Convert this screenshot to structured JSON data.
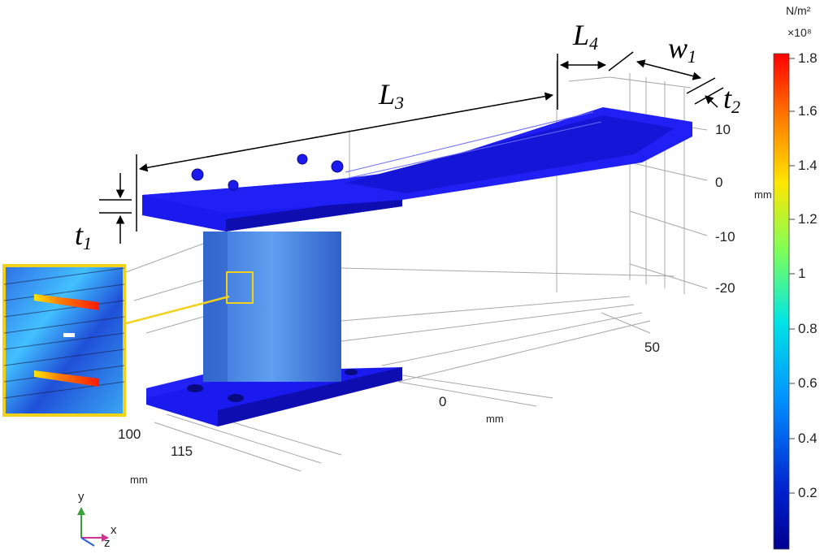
{
  "dimensions": {
    "L3": {
      "base": "L",
      "sub": "3"
    },
    "L4": {
      "base": "L",
      "sub": "4"
    },
    "w1": {
      "base": "w",
      "sub": "1"
    },
    "t1": {
      "base": "t",
      "sub": "1"
    },
    "t2": {
      "base": "t",
      "sub": "2"
    }
  },
  "axes": {
    "vertical_ticks": [
      "10",
      "0",
      "-10",
      "-20"
    ],
    "vertical_unit": "mm",
    "depth_ticks": [
      "50",
      "0"
    ],
    "depth_unit": "mm",
    "front_ticks": [
      "100",
      "115"
    ],
    "front_unit": "mm",
    "triad": {
      "x": "x",
      "y": "y",
      "z": "z"
    }
  },
  "colorbar": {
    "unit_line1": "N/m²",
    "unit_line2": "×10⁸",
    "ticks": [
      "1.8",
      "1.6",
      "1.4",
      "1.2",
      "1",
      "0.8",
      "0.6",
      "0.4",
      "0.2"
    ],
    "colors": [
      "#ff0000",
      "#ff7b00",
      "#ffe600",
      "#7dff5a",
      "#00e5e5",
      "#0090ff",
      "#0022d0",
      "#00008f"
    ]
  },
  "colors": {
    "structure": "#1a1aee",
    "structure_dark": "#0d0db0",
    "inset_border": "#f2d11a",
    "arrow": "#f2d11a",
    "grid": "#9a9a9a"
  }
}
